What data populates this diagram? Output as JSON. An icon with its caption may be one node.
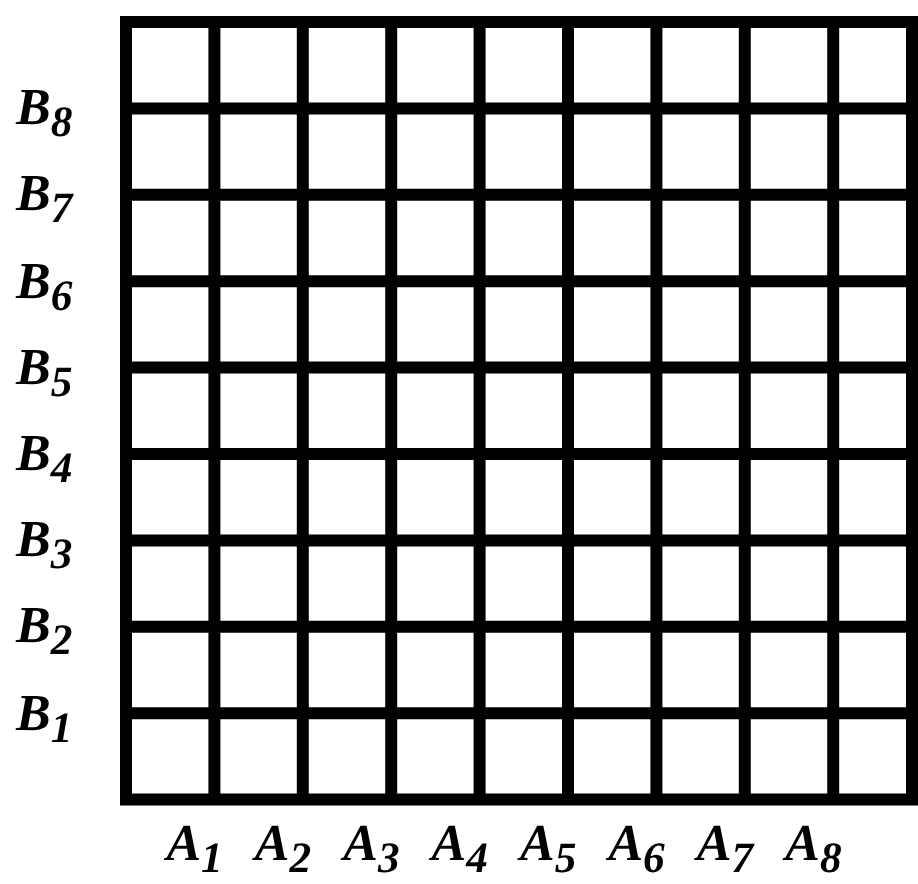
{
  "diagram": {
    "labels": [
      "B$_{8}$",
      "B$_{7}$",
      "B$_{6}$",
      "B$_{5}$",
      "B$_{4}$",
      "B$_{3}$",
      "B$_{2}$",
      "B$_{1}$",
      "A$_{1}$",
      "A$_{2}$",
      "A$_{3}$",
      "A$_{4}$",
      "A$_{5}$",
      "A$_{6}$",
      "A$_{7}$",
      "A$_{8}$"
    ]
  }
}
